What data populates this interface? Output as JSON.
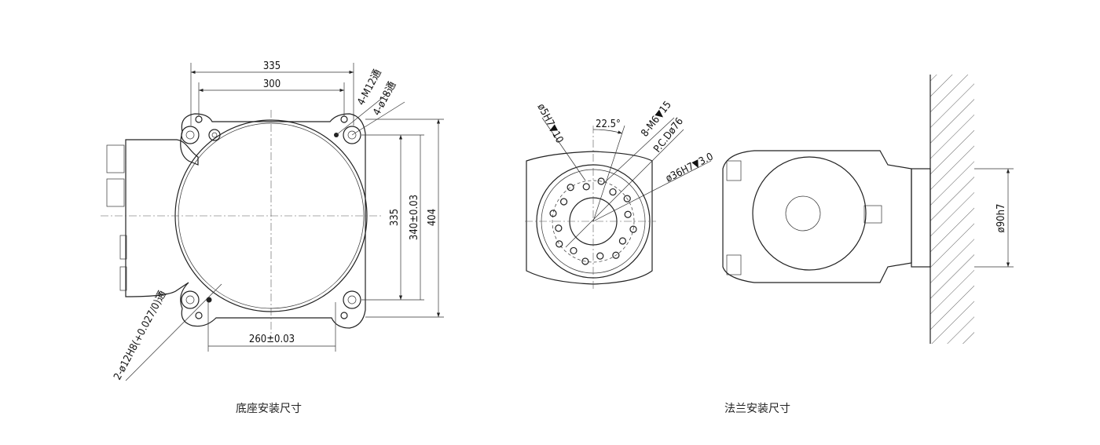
{
  "base_view": {
    "caption": "底座安装尺寸",
    "dims": {
      "width_outer": "335",
      "width_inner": "300",
      "height_inner": "335",
      "height_tol": "340±0.03",
      "height_outer": "404",
      "bottom_tol": "260±0.03",
      "tap_holes": "4-M12通",
      "through_holes": "4-ø18通",
      "pin_holes": "2-ø12H8(+0.027/0)通"
    }
  },
  "flange_view": {
    "caption": "法兰安装尺寸",
    "dims": {
      "pin": "ø5H7▼10",
      "angle": "22.5°",
      "threads": "8-M6▼15",
      "pcd": "P.C.Dø76",
      "bore": "ø36H7▼3.0",
      "shaft": "ø90h7"
    }
  }
}
